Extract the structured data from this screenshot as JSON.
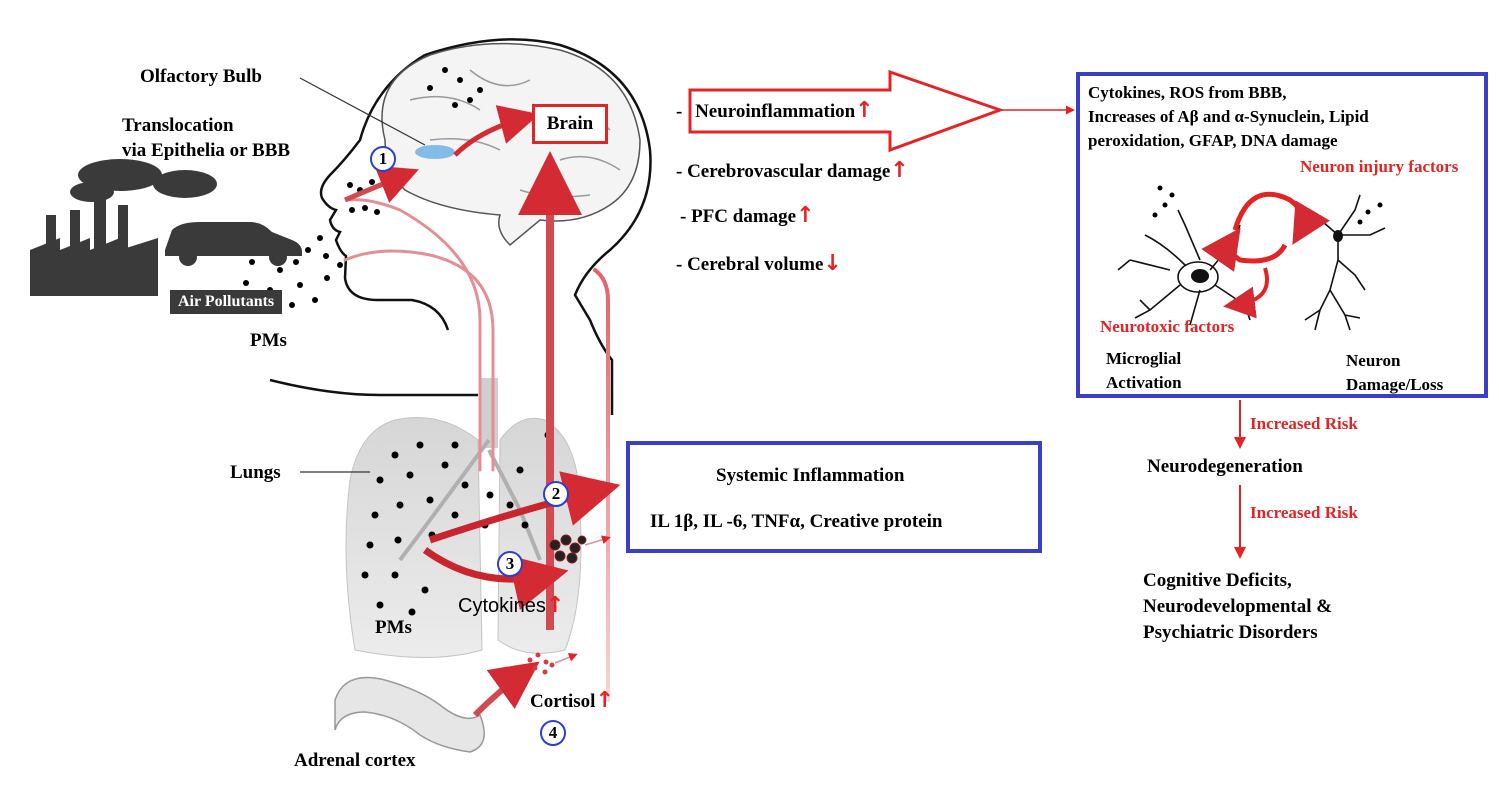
{
  "labels": {
    "olfactory_bulb": "Olfactory Bulb",
    "translocation_line1": "Translocation",
    "translocation_line2": "via Epithelia or BBB",
    "brain": "Brain",
    "air_pollutants": "Air Pollutants",
    "pms_head": "PMs",
    "lungs": "Lungs",
    "pms_lungs": "PMs",
    "cytokines": "Cytokines",
    "cortisol": "Cortisol",
    "adrenal_cortex": "Adrenal cortex"
  },
  "steps": [
    "1",
    "2",
    "3",
    "4"
  ],
  "brain_effects": [
    {
      "prefix": "- ",
      "text": "Neuroinflammation",
      "trend": "↑"
    },
    {
      "prefix": "- ",
      "text": "Cerebrovascular damage",
      "trend": "↑"
    },
    {
      "prefix": "- ",
      "text": "PFC damage",
      "trend": "↑"
    },
    {
      "prefix": "- ",
      "text": "Cerebral volume",
      "trend": "↓"
    }
  ],
  "systemic_box": {
    "title": "Systemic Inflammation",
    "markers": "IL 1β, IL -6, TNFα, Creative protein"
  },
  "neuro_box": {
    "line1": "Cytokines, ROS from BBB,",
    "line2": "Increases of Aβ and α-Synuclein, Lipid",
    "line3": "peroxidation, GFAP, DNA damage",
    "neuron_injury": "Neuron injury factors",
    "neurotoxic": "Neurotoxic factors",
    "microglial_line1": "Microglial",
    "microglial_line2": "Activation",
    "neuron_line1": "Neuron",
    "neuron_line2": "Damage/Loss"
  },
  "outcomes": {
    "risk1": "Increased Risk",
    "neurodegeneration": "Neurodegeneration",
    "risk2": "Increased Risk",
    "deficits_line1": "Cognitive Deficits,",
    "deficits_line2": "Neurodevelopmental &",
    "deficits_line3": "Psychiatric Disorders"
  },
  "colors": {
    "accent_red": "#e32424",
    "box_blue": "#3b3fc8",
    "pathway_pink": "#d9777d"
  }
}
